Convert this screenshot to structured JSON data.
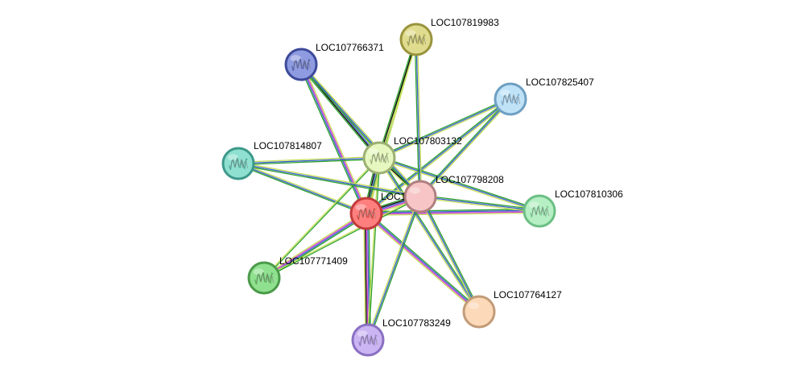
{
  "network": {
    "nodes": [
      {
        "id": "n_center_red",
        "label": "LOC1……57",
        "fill": "#ff7f7f",
        "stroke": "#c23b3b",
        "has_structure": true,
        "query": true
      },
      {
        "id": "n_107798208",
        "label": "LOC107798208",
        "fill": "#f7c5c5",
        "stroke": "#b08080",
        "has_structure": false
      },
      {
        "id": "n_107803132",
        "label": "LOC107803132",
        "fill": "#e7f7c0",
        "stroke": "#9cb072",
        "has_structure": true
      },
      {
        "id": "n_107766371",
        "label": "LOC107766371",
        "fill": "#8f9be0",
        "stroke": "#3d4a99",
        "has_structure": true
      },
      {
        "id": "n_107819983",
        "label": "LOC107819983",
        "fill": "#e0dc8f",
        "stroke": "#99943d",
        "has_structure": true
      },
      {
        "id": "n_107825407",
        "label": "LOC107825407",
        "fill": "#bfe2f7",
        "stroke": "#6e9fc2",
        "has_structure": true
      },
      {
        "id": "n_107814807",
        "label": "LOC107814807",
        "fill": "#8fe0d0",
        "stroke": "#3d998a",
        "has_structure": true
      },
      {
        "id": "n_107810306",
        "label": "LOC107810306",
        "fill": "#b6efc4",
        "stroke": "#6cbf84",
        "has_structure": true
      },
      {
        "id": "n_107771409",
        "label": "LOC107771409",
        "fill": "#8fe08f",
        "stroke": "#4a9a4a",
        "has_structure": true
      },
      {
        "id": "n_107764127",
        "label": "LOC107764127",
        "fill": "#fcd9b8",
        "stroke": "#c29b78",
        "has_structure": false
      },
      {
        "id": "n_107783249",
        "label": "LOC107783249",
        "fill": "#cbb5f2",
        "stroke": "#8a6fc2",
        "has_structure": true
      }
    ],
    "edges": [
      {
        "source": "n_center_red",
        "target": "n_107798208",
        "colors": [
          "#2ca02c",
          "#000000",
          "#3a5fcd",
          "#cc33cc",
          "#c8e05a"
        ]
      },
      {
        "source": "n_center_red",
        "target": "n_107803132",
        "colors": [
          "#2ca02c",
          "#000000",
          "#3a5fcd",
          "#cc33cc",
          "#c8e05a"
        ]
      },
      {
        "source": "n_center_red",
        "target": "n_107766371",
        "colors": [
          "#2ca02c",
          "#3a5fcd",
          "#cc33cc",
          "#c8e05a"
        ]
      },
      {
        "source": "n_center_red",
        "target": "n_107819983",
        "colors": [
          "#2ca02c",
          "#c8e05a"
        ]
      },
      {
        "source": "n_center_red",
        "target": "n_107825407",
        "colors": [
          "#2ca02c",
          "#3a5fcd",
          "#c8e05a"
        ]
      },
      {
        "source": "n_center_red",
        "target": "n_107814807",
        "colors": [
          "#2ca02c",
          "#3a5fcd",
          "#c8e05a"
        ]
      },
      {
        "source": "n_center_red",
        "target": "n_107810306",
        "colors": [
          "#2ca02c",
          "#3a5fcd",
          "#cc33cc",
          "#c8e05a"
        ]
      },
      {
        "source": "n_center_red",
        "target": "n_107771409",
        "colors": [
          "#2ca02c",
          "#3a5fcd",
          "#cc33cc",
          "#c8e05a"
        ]
      },
      {
        "source": "n_center_red",
        "target": "n_107764127",
        "colors": [
          "#2ca02c",
          "#3a5fcd",
          "#cc33cc",
          "#c8e05a"
        ]
      },
      {
        "source": "n_center_red",
        "target": "n_107783249",
        "colors": [
          "#2ca02c",
          "#3a5fcd",
          "#cc33cc",
          "#000000",
          "#c8e05a"
        ]
      },
      {
        "source": "n_107803132",
        "target": "n_107766371",
        "colors": [
          "#2ca02c",
          "#000000",
          "#3a5fcd",
          "#c8e05a"
        ]
      },
      {
        "source": "n_107803132",
        "target": "n_107819983",
        "colors": [
          "#2ca02c",
          "#000000",
          "#c8e05a"
        ]
      },
      {
        "source": "n_107803132",
        "target": "n_107825407",
        "colors": [
          "#2ca02c",
          "#3a5fcd",
          "#c8e05a"
        ]
      },
      {
        "source": "n_107803132",
        "target": "n_107814807",
        "colors": [
          "#2ca02c",
          "#3a5fcd",
          "#c8e05a"
        ]
      },
      {
        "source": "n_107803132",
        "target": "n_107810306",
        "colors": [
          "#2ca02c",
          "#3a5fcd",
          "#c8e05a"
        ]
      },
      {
        "source": "n_107803132",
        "target": "n_107771409",
        "colors": [
          "#2ca02c",
          "#c8e05a"
        ]
      },
      {
        "source": "n_107803132",
        "target": "n_107764127",
        "colors": [
          "#2ca02c",
          "#3a5fcd",
          "#c8e05a"
        ]
      },
      {
        "source": "n_107803132",
        "target": "n_107783249",
        "colors": [
          "#2ca02c",
          "#c8e05a"
        ]
      },
      {
        "source": "n_107803132",
        "target": "n_107798208",
        "colors": [
          "#2ca02c",
          "#000000",
          "#c8e05a"
        ]
      },
      {
        "source": "n_107798208",
        "target": "n_107766371",
        "colors": [
          "#2ca02c",
          "#3a5fcd",
          "#c8e05a"
        ]
      },
      {
        "source": "n_107798208",
        "target": "n_107819983",
        "colors": [
          "#2ca02c",
          "#3a5fcd",
          "#c8e05a"
        ]
      },
      {
        "source": "n_107798208",
        "target": "n_107825407",
        "colors": [
          "#2ca02c",
          "#3a5fcd",
          "#c8e05a"
        ]
      },
      {
        "source": "n_107798208",
        "target": "n_107814807",
        "colors": [
          "#2ca02c",
          "#3a5fcd",
          "#c8e05a"
        ]
      },
      {
        "source": "n_107798208",
        "target": "n_107810306",
        "colors": [
          "#2ca02c",
          "#3a5fcd",
          "#c8e05a"
        ]
      },
      {
        "source": "n_107798208",
        "target": "n_107771409",
        "colors": [
          "#2ca02c",
          "#c8e05a"
        ]
      },
      {
        "source": "n_107798208",
        "target": "n_107764127",
        "colors": [
          "#2ca02c",
          "#3a5fcd",
          "#c8e05a"
        ]
      },
      {
        "source": "n_107798208",
        "target": "n_107783249",
        "colors": [
          "#2ca02c",
          "#3a5fcd",
          "#c8e05a"
        ]
      }
    ]
  }
}
